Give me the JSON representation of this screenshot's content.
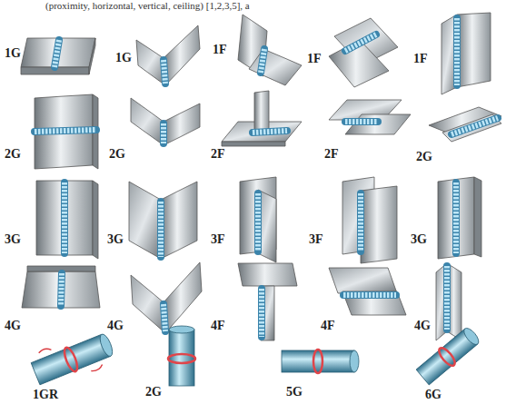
{
  "diagram": {
    "labels": [
      "(proximity, horizontal, vertical, ceiling) [1,2,3,5], a",
      "1G",
      "1G",
      "1F",
      "1F",
      "1F",
      "2G",
      "2G",
      "2F",
      "2F",
      "2G",
      "3G",
      "3G",
      "3F",
      "3F",
      "3G",
      "4G",
      "4G",
      "4F",
      "4F",
      "4G",
      "1GR",
      "2G",
      "5G",
      "6G"
    ]
  }
}
